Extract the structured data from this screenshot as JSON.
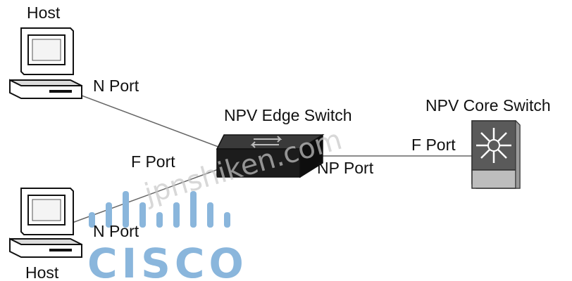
{
  "labels": {
    "host_top": "Host",
    "host_bottom": "Host",
    "n_port_top": "N Port",
    "n_port_bottom": "N Port",
    "f_port_left": "F Port",
    "edge_switch": "NPV Edge Switch",
    "np_port": "NP Port",
    "core_switch": "NPV Core Switch",
    "f_port_right": "F Port"
  },
  "watermark": "jpnshiken.com",
  "logo": {
    "word": "CISCO",
    "color": "#8ab6dc"
  },
  "colors": {
    "line": "#666666",
    "switch": "#222222",
    "text": "#111111"
  }
}
